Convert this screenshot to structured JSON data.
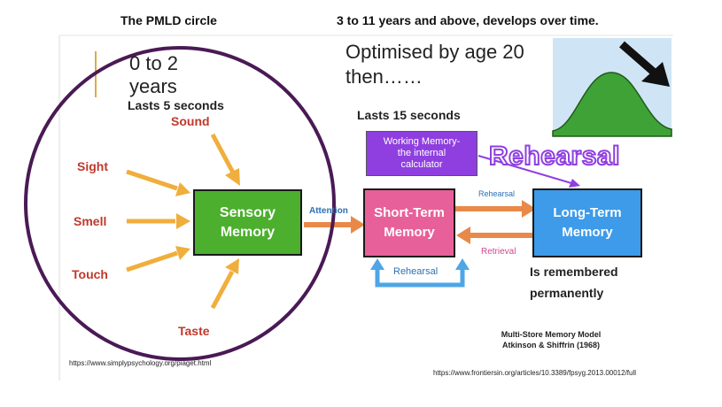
{
  "header": {
    "left_title": "The PMLD circle",
    "right_title": "3 to 11 years and above, develops over time."
  },
  "circle": {
    "age_line1": "0 to 2",
    "age_line2": "years",
    "duration": "Lasts 5 seconds"
  },
  "optimised": {
    "line1": "Optimised by age 20",
    "line2": "then……"
  },
  "short_term_duration": "Lasts 15 seconds",
  "senses": {
    "sound": "Sound",
    "sight": "Sight",
    "smell": "Smell",
    "touch": "Touch",
    "taste": "Taste"
  },
  "boxes": {
    "sensory_line1": "Sensory",
    "sensory_line2": "Memory",
    "short_term_line1": "Short-Term",
    "short_term_line2": "Memory",
    "long_term_line1": "Long-Term",
    "long_term_line2": "Memory",
    "working_line1": "Working Memory-",
    "working_line2": "the internal",
    "working_line3": "calculator"
  },
  "arrow_labels": {
    "attention": "Attention",
    "rehearsal_top": "Rehearsal",
    "retrieval": "Retrieval",
    "rehearsal_loop": "Rehearsal"
  },
  "rehearsal_big": "Rehearsal",
  "remembered": {
    "line1": "Is remembered",
    "line2": "permanently"
  },
  "model_caption": {
    "line1": "Multi-Store Memory Model",
    "line2": "Atkinson & Shiffrin (1968)"
  },
  "sources": {
    "left": "https://www.simplypsychology.org/piaget.html",
    "right": "https://www.frontiersin.org/articles/10.3389/fpsyg.2013.00012/full"
  },
  "colors": {
    "sensory_box": "#4caf2e",
    "short_term_box": "#e8609a",
    "long_term_box": "#3d9be9",
    "working_box": "#8f3fe0",
    "circle": "#4a1a55",
    "arrow": "#f0ae3c",
    "sense_text": "#c0392b",
    "hill": "#3fa236",
    "sky": "#cfe5f5"
  }
}
